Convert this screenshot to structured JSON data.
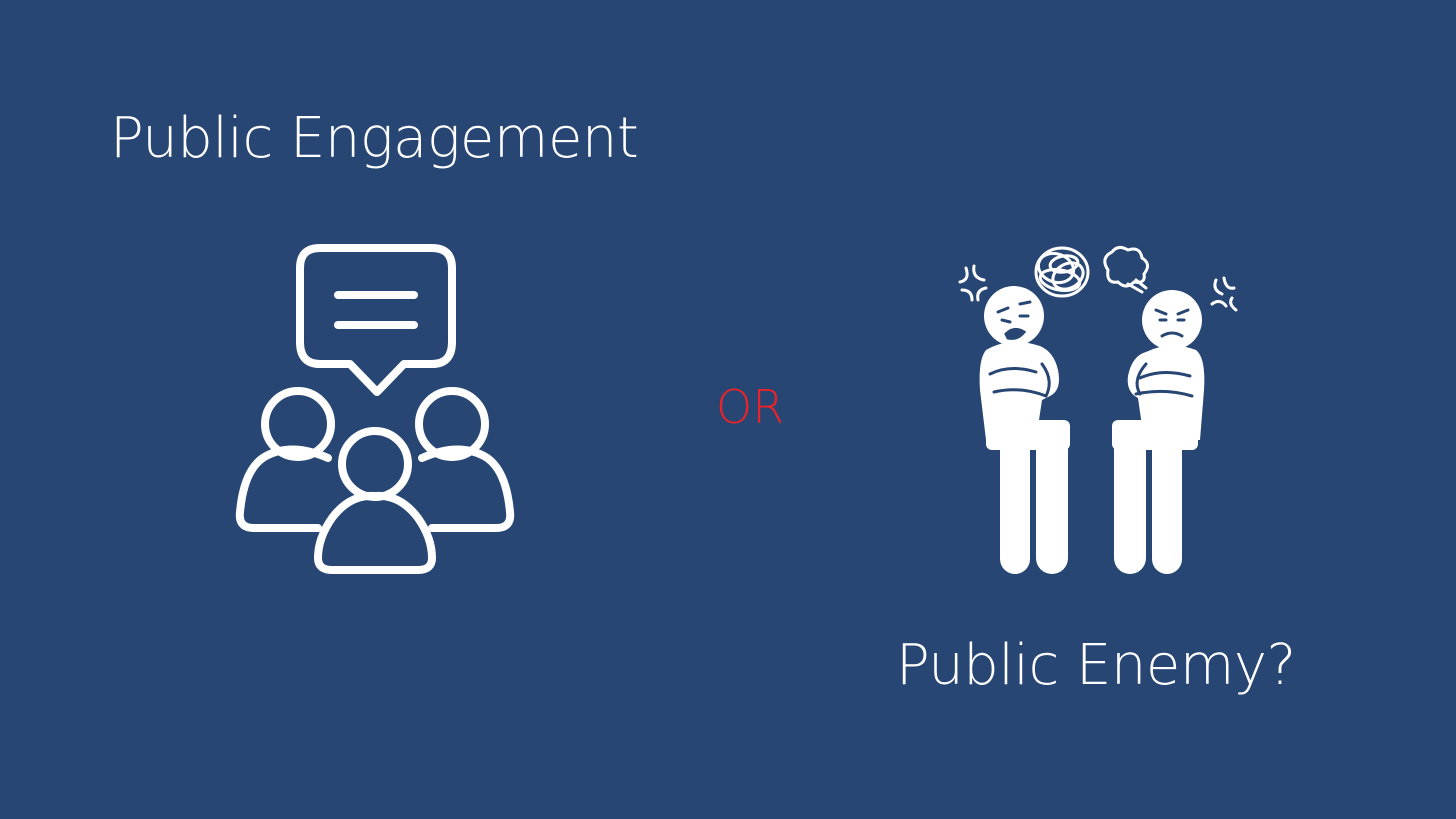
{
  "slide": {
    "left_title": "Public Engagement",
    "connector": "OR",
    "right_title": "Public Enemy?"
  },
  "icons": {
    "left": "group-discussion-icon",
    "right": "angry-people-icon"
  },
  "colors": {
    "background": "#284673",
    "text": "#ffffff",
    "connector": "#e8242a"
  }
}
